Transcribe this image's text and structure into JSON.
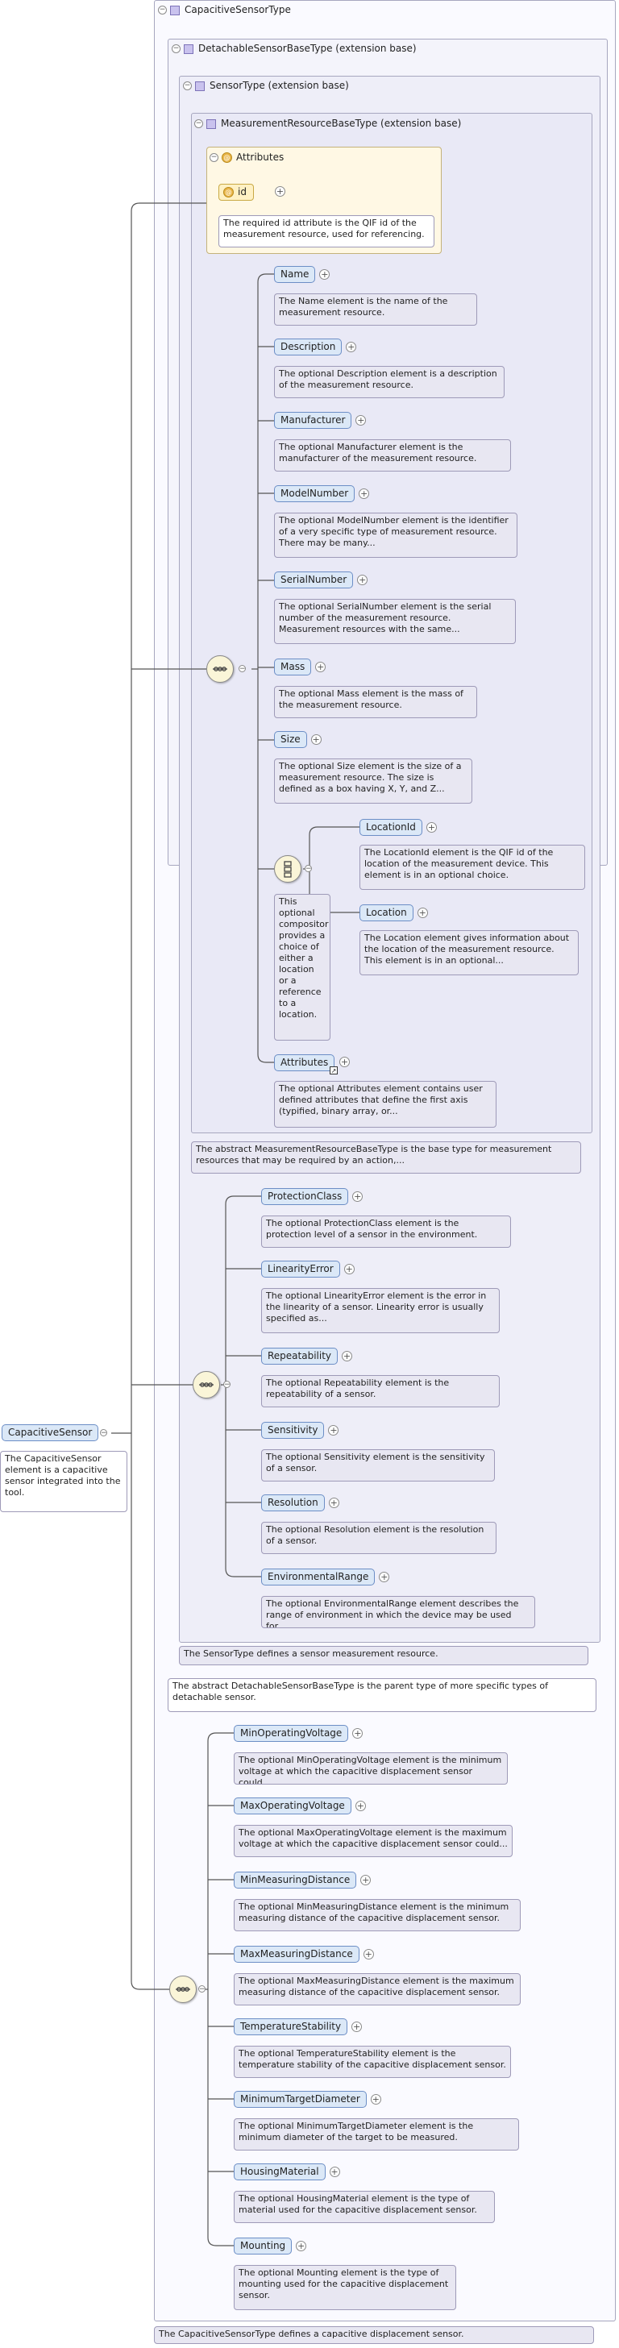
{
  "root_type": {
    "label": "CapacitiveSensorType",
    "doc": "The CapacitiveSensorType defines a capacitive displacement sensor."
  },
  "detachable_base": {
    "label": "DetachableSensorBaseType (extension base)",
    "doc": "The abstract DetachableSensorBaseType is the parent type of more specific types of detachable sensor."
  },
  "sensor_type": {
    "label": "SensorType (extension base)",
    "doc": "The SensorType defines a sensor measurement resource."
  },
  "measurement_base": {
    "label": "MeasurementResourceBaseType (extension base)",
    "doc": "The abstract MeasurementResourceBaseType is the base type for measurement resources that may be required by an action,..."
  },
  "attributes_group": {
    "label": "Attributes",
    "attr_name": "id",
    "attr_doc": "The required id attribute is the QIF id of the measurement resource, used for referencing."
  },
  "root_element": {
    "label": "CapacitiveSensor",
    "doc": "The CapacitiveSensor element is a capacitive sensor integrated into the tool."
  },
  "measurement_elements": [
    {
      "label": "Name",
      "doc": "The Name element is the name of the measurement resource."
    },
    {
      "label": "Description",
      "doc": "The optional Description element is a description of the measurement resource."
    },
    {
      "label": "Manufacturer",
      "doc": "The optional Manufacturer element is the manufacturer of the measurement resource."
    },
    {
      "label": "ModelNumber",
      "doc": "The optional ModelNumber element is the identifier of a very specific type of measurement resource. There may be many..."
    },
    {
      "label": "SerialNumber",
      "doc": "The optional SerialNumber element is the serial number of the measurement resource. Measurement resources with the same..."
    },
    {
      "label": "Mass",
      "doc": "The optional Mass element is the mass of the measurement resource."
    },
    {
      "label": "Size",
      "doc": "The optional Size element is the size of a measurement resource. The size is defined as a box having X, Y, and Z..."
    }
  ],
  "choice": {
    "doc": "This optional compositor provides a choice of either a location or a reference to a location.",
    "elements": [
      {
        "label": "LocationId",
        "doc": "The LocationId element is the QIF id of the location of the measurement device. This element is in an optional choice."
      },
      {
        "label": "Location",
        "doc": "The Location element gives information about the location of the measurement resource. This element is in an optional..."
      }
    ]
  },
  "attributes_element": {
    "label": "Attributes",
    "doc": "The optional Attributes element contains user defined attributes that define the first axis (typified, binary array, or..."
  },
  "sensor_elements": [
    {
      "label": "ProtectionClass",
      "doc": "The optional ProtectionClass element is the protection level of a sensor in the environment."
    },
    {
      "label": "LinearityError",
      "doc": "The optional LinearityError element is the error in the linearity of a sensor. Linearity error is usually specified as..."
    },
    {
      "label": "Repeatability",
      "doc": "The optional Repeatability element is the repeatability of a sensor."
    },
    {
      "label": "Sensitivity",
      "doc": "The optional Sensitivity element is the sensitivity of a sensor."
    },
    {
      "label": "Resolution",
      "doc": "The optional Resolution element is the resolution of a sensor."
    },
    {
      "label": "EnvironmentalRange",
      "doc": "The optional EnvironmentalRange element describes the range of environment in which the device may be used for..."
    }
  ],
  "capacitive_elements": [
    {
      "label": "MinOperatingVoltage",
      "doc": "The optional MinOperatingVoltage element is the minimum voltage at which the capacitive displacement sensor could..."
    },
    {
      "label": "MaxOperatingVoltage",
      "doc": "The optional MaxOperatingVoltage element is the maximum voltage at which the capacitive displacement sensor could..."
    },
    {
      "label": "MinMeasuringDistance",
      "doc": "The optional MinMeasuringDistance element is the minimum measuring distance of the capacitive displacement sensor."
    },
    {
      "label": "MaxMeasuringDistance",
      "doc": "The optional MaxMeasuringDistance element is the maximum measuring distance of the capacitive displacement sensor."
    },
    {
      "label": "TemperatureStability",
      "doc": "The optional TemperatureStability element is the temperature stability of the capacitive displacement sensor."
    },
    {
      "label": "MinimumTargetDiameter",
      "doc": "The optional MinimumTargetDiameter element is the minimum diameter of the target to be measured."
    },
    {
      "label": "HousingMaterial",
      "doc": "The optional HousingMaterial element is the type of material used for the capacitive displacement sensor."
    },
    {
      "label": "Mounting",
      "doc": "The optional Mounting element is the type of mounting used for the capacitive displacement sensor."
    }
  ],
  "icons": {
    "sequence": "sequence-compositor-icon",
    "choice": "choice-compositor-icon",
    "expand": "plus-icon",
    "collapse": "minus-icon",
    "attribute": "attribute-icon",
    "reference": "reference-arrow-icon"
  },
  "colors": {
    "element_fill": "#dbe8f7",
    "element_border": "#6c8ec6",
    "doc_fill": "#e8e7f2",
    "attribute_fill": "#fff1c4",
    "line": "#555555"
  }
}
